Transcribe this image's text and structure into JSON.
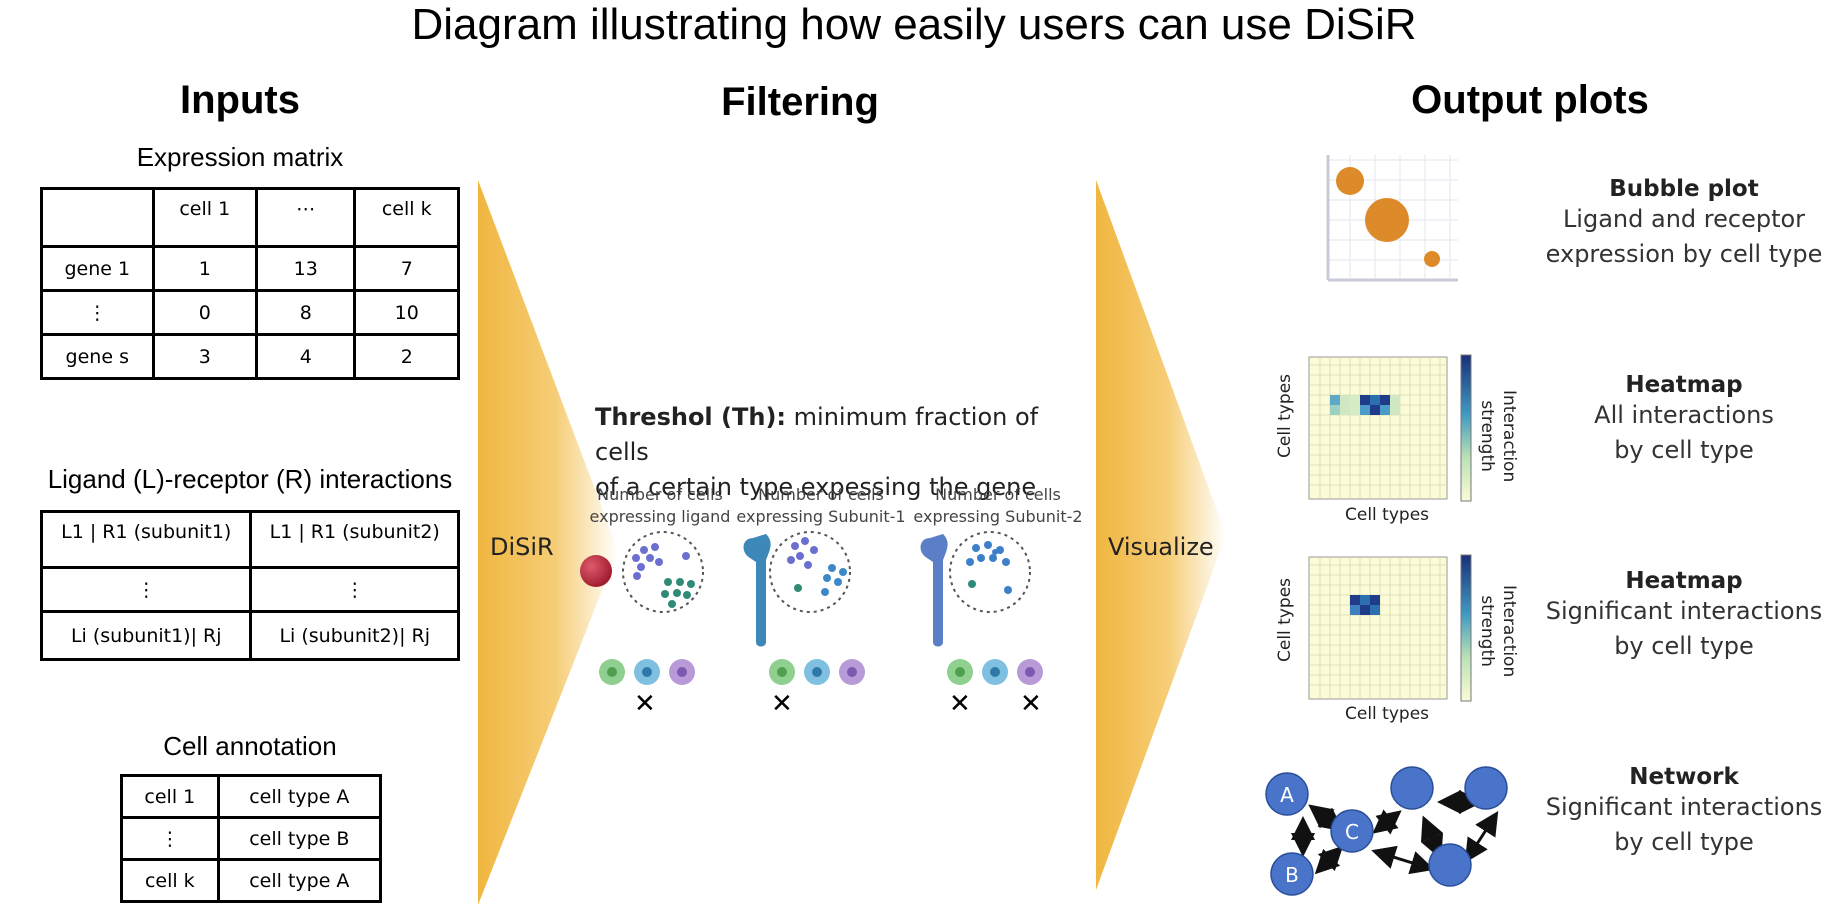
{
  "title": "Diagram illustrating how easily users can use DiSiR",
  "sections": {
    "inputs": "Inputs",
    "filtering": "Filtering",
    "outputs": "Output plots"
  },
  "expression_matrix": {
    "title": "Expression matrix",
    "header": [
      "",
      "cell 1",
      "⋯",
      "cell k"
    ],
    "rows": [
      [
        "gene 1",
        "1",
        "13",
        "7"
      ],
      [
        "⋮",
        "0",
        "8",
        "10"
      ],
      [
        "gene s",
        "3",
        "4",
        "2"
      ]
    ]
  },
  "lr_interactions": {
    "title": "Ligand (L)-receptor (R) interactions",
    "rows": [
      [
        "L1 | R1 (subunit1)",
        "L1 | R1 (subunit2)"
      ],
      [
        "⋮",
        "⋮"
      ],
      [
        "Li (subunit1)| Rj",
        "Li (subunit2)| Rj"
      ]
    ]
  },
  "cell_annotation": {
    "title": "Cell annotation",
    "rows": [
      [
        "cell 1",
        "cell type A"
      ],
      [
        "⋮",
        "cell type B"
      ],
      [
        "cell k",
        "cell type A"
      ]
    ]
  },
  "arrows": {
    "disir": "DiSiR",
    "visualize": "Visualize"
  },
  "threshold": {
    "bold": "Threshol (Th):",
    "line1_rest": " minimum fraction of cells",
    "line2": "of a certain type expessing the gene"
  },
  "panels": [
    {
      "line1": "Number of cells",
      "line2": "expressing ligand"
    },
    {
      "line1": "Number of cells",
      "line2": "expressing Subunit-1"
    },
    {
      "line1": "Number of cells",
      "line2": "expressing Subunit-2"
    }
  ],
  "cross_mark": "✕",
  "outputs": [
    {
      "title": "Bubble plot",
      "desc1": "Ligand and receptor",
      "desc2": "expression by cell type"
    },
    {
      "title": "Heatmap",
      "desc1": "All interactions",
      "desc2": "by cell type"
    },
    {
      "title": "Heatmap",
      "desc1": "Significant interactions",
      "desc2": "by cell type"
    },
    {
      "title": "Network",
      "desc1": "Significant interactions",
      "desc2": "by cell type"
    }
  ],
  "heatmap_labels": {
    "y": "Cell types",
    "x": "Cell types",
    "bar1": "Interaction",
    "bar2": "strength"
  },
  "network_nodes": [
    "A",
    "B",
    "C"
  ],
  "colors": {
    "arrow": "#f0b640",
    "bubble": "#dd8a2a",
    "node": "#4a74c9",
    "heatmap_bg": "#fbfbd8"
  }
}
